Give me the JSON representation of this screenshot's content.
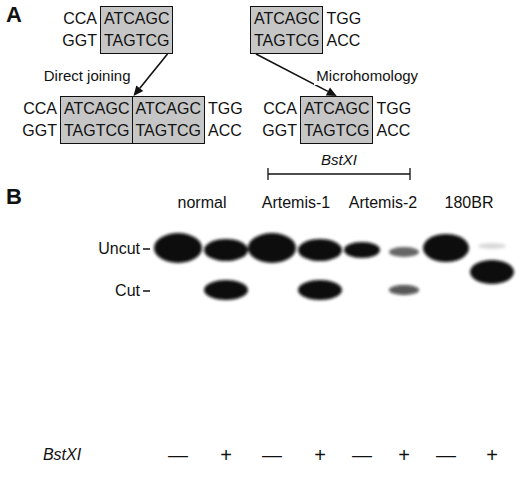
{
  "diagram": {
    "nodes": [
      {
        "text": [
          "ATCAGC",
          "TAGTCG"
        ]
      },
      {
        "text": [
          "ATCAGC",
          "TAGTCG"
        ]
      },
      {
        "text": [
          "ATCAGC",
          "TAGTCG"
        ]
      },
      {
        "text": [
          "ATCAGC",
          "TAGTCG"
        ]
      },
      {
        "text": [
          "ATCAGC",
          "TAGTCG"
        ]
      }
    ],
    "edges": [
      {
        "from": 0,
        "to": 2,
        "arrow": "to",
        "label": "Direct joining"
      },
      {
        "from": 1,
        "to": 4,
        "arrow": "to",
        "label": "Microhomology"
      }
    ],
    "labels": [
      "A",
      "CCA",
      "GGT",
      "TGG",
      "ACC",
      "CCA",
      "GGT",
      "TGG",
      "ACC",
      "CCA",
      "GGT",
      "TGG",
      "ACC",
      "BstXI",
      "B",
      "normal",
      "Artemis-1",
      "Artemis-2",
      "180BR",
      "Uncut",
      "Cut",
      "—",
      "+",
      "—",
      "+",
      "—",
      "+",
      "—",
      "+",
      "BstXI"
    ]
  }
}
